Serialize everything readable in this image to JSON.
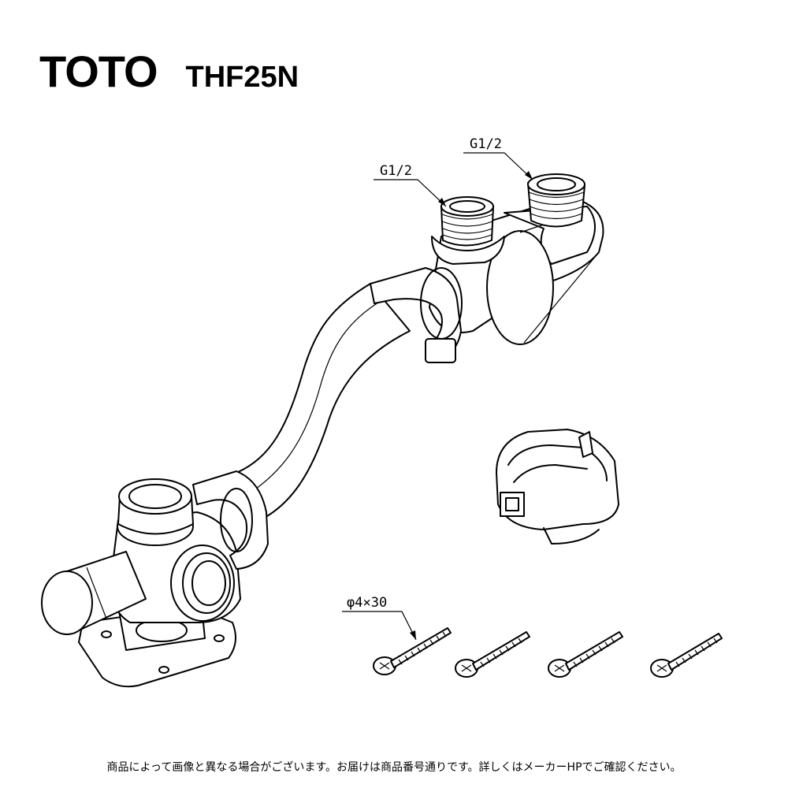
{
  "header": {
    "brand": "TOTO",
    "model": "THF25N"
  },
  "callouts": {
    "thread_left": "G1/2",
    "thread_right": "G1/2",
    "screw_size": "φ4×30"
  },
  "footer": {
    "disclaimer": "商品によって画像と異なる場合がございます。お届けは商品番号通りです。詳しくはメーカーHPでご確認ください。"
  },
  "parts": [
    {
      "name": "pipe-assembly-icon"
    },
    {
      "name": "hose-clamp-icon"
    },
    {
      "name": "wood-screw-icon",
      "count": 4
    }
  ]
}
